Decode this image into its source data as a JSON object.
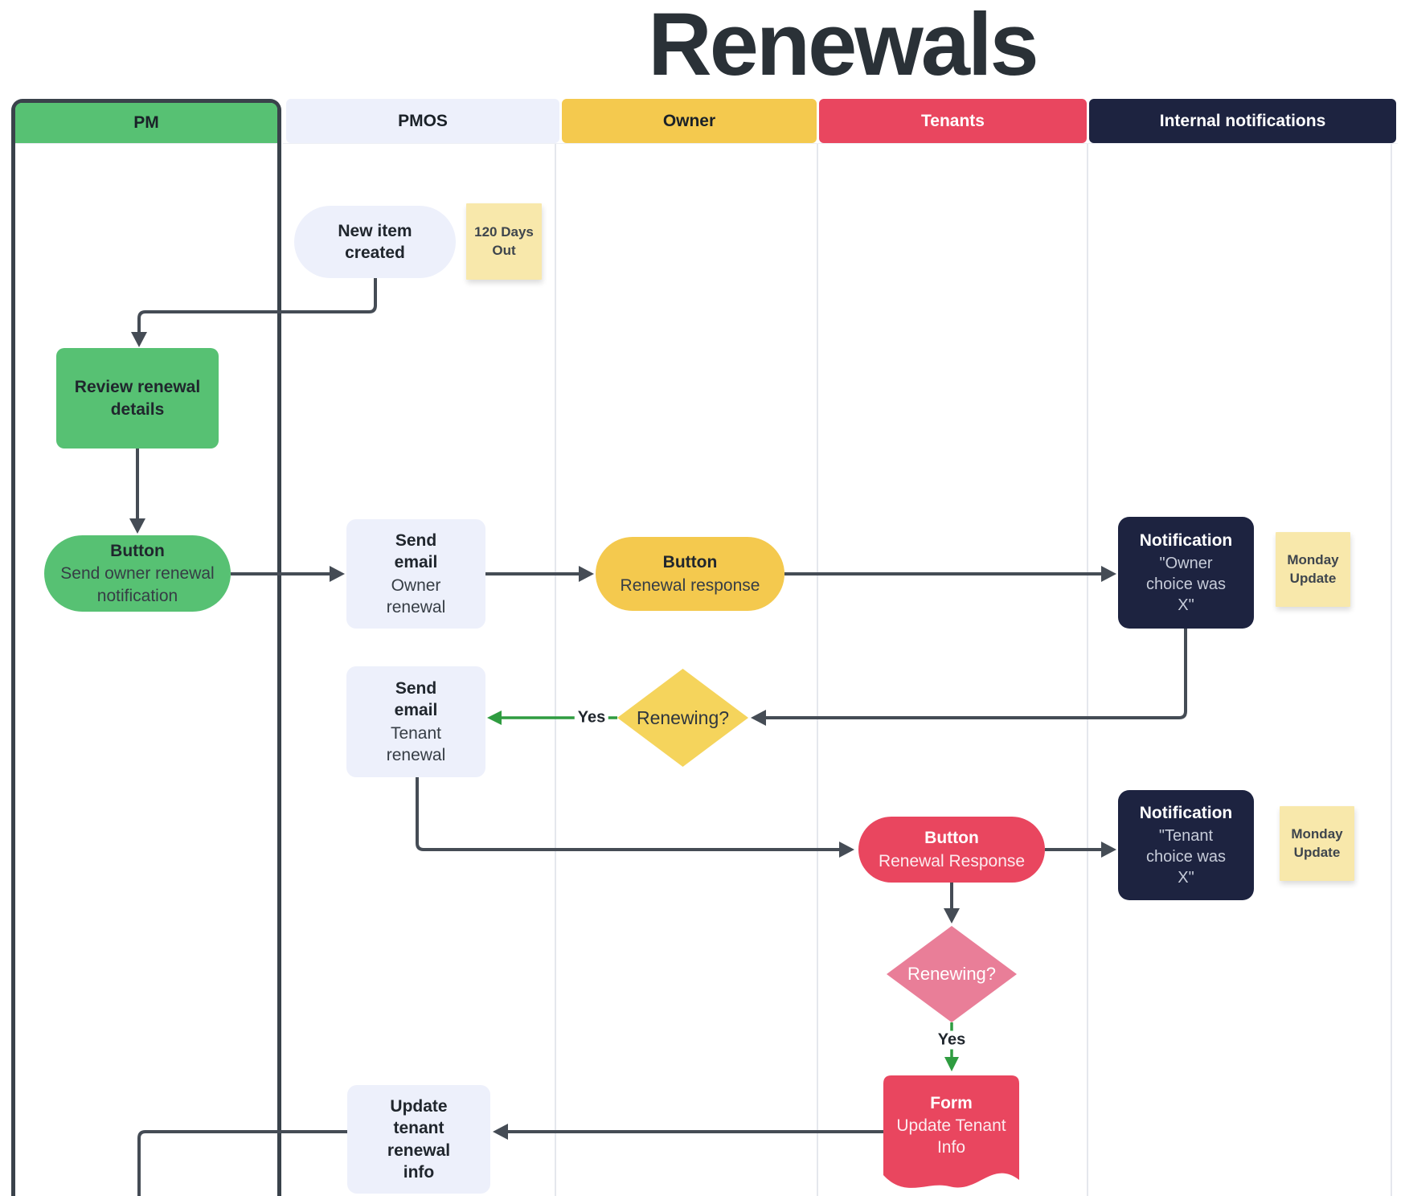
{
  "title": "Renewals",
  "lanes": [
    {
      "id": "pm",
      "label": "PM",
      "color": "#57C173"
    },
    {
      "id": "pmos",
      "label": "PMOS",
      "color": "#EDF0FB"
    },
    {
      "id": "owner",
      "label": "Owner",
      "color": "#F4C94E"
    },
    {
      "id": "tenants",
      "label": "Tenants",
      "color": "#E9465F"
    },
    {
      "id": "internal",
      "label": "Internal notifications",
      "color": "#1D2340"
    }
  ],
  "nodes": {
    "new_item": {
      "title": "New item\ncreated"
    },
    "review": {
      "title": "Review renewal\ndetails"
    },
    "pm_button": {
      "title": "Button",
      "subtitle": "Send owner renewal\nnotification"
    },
    "send_email_owner": {
      "title": "Send\nemail",
      "subtitle": "Owner\nrenewal"
    },
    "owner_button": {
      "title": "Button",
      "subtitle": "Renewal response"
    },
    "notif_owner": {
      "title": "Notification",
      "subtitle": "\"Owner\nchoice was\nX\""
    },
    "send_email_tenant": {
      "title": "Send\nemail",
      "subtitle": "Tenant\nrenewal"
    },
    "renewing_owner": {
      "title": "Renewing?"
    },
    "tenant_button": {
      "title": "Button",
      "subtitle": "Renewal Response"
    },
    "notif_tenant": {
      "title": "Notification",
      "subtitle": "\"Tenant\nchoice was\nX\""
    },
    "renewing_tenant": {
      "title": "Renewing?"
    },
    "form": {
      "title": "Form",
      "subtitle": "Update Tenant\nInfo"
    },
    "update_info": {
      "title": "Update\ntenant\nrenewal\ninfo"
    }
  },
  "stickies": {
    "days_out": {
      "text": "120 Days\nOut"
    },
    "monday_owner": {
      "text": "Monday\nUpdate"
    },
    "monday_tenant": {
      "text": "Monday\nUpdate"
    }
  },
  "edge_labels": {
    "owner_yes": "Yes",
    "tenant_yes": "Yes"
  },
  "colors": {
    "green": "#57C173",
    "yellow": "#F4C94E",
    "diamond_yellow": "#F5D45C",
    "red": "#E9465F",
    "pink": "#E97E98",
    "navy": "#1D2340",
    "lavender": "#EDF0FB",
    "sticky_yellow": "#F8E8AB",
    "connector_dark": "#454C55",
    "connector_green": "#2F9C40",
    "pm_frame_border": "#3A424B",
    "title_text": "#2A3137"
  }
}
